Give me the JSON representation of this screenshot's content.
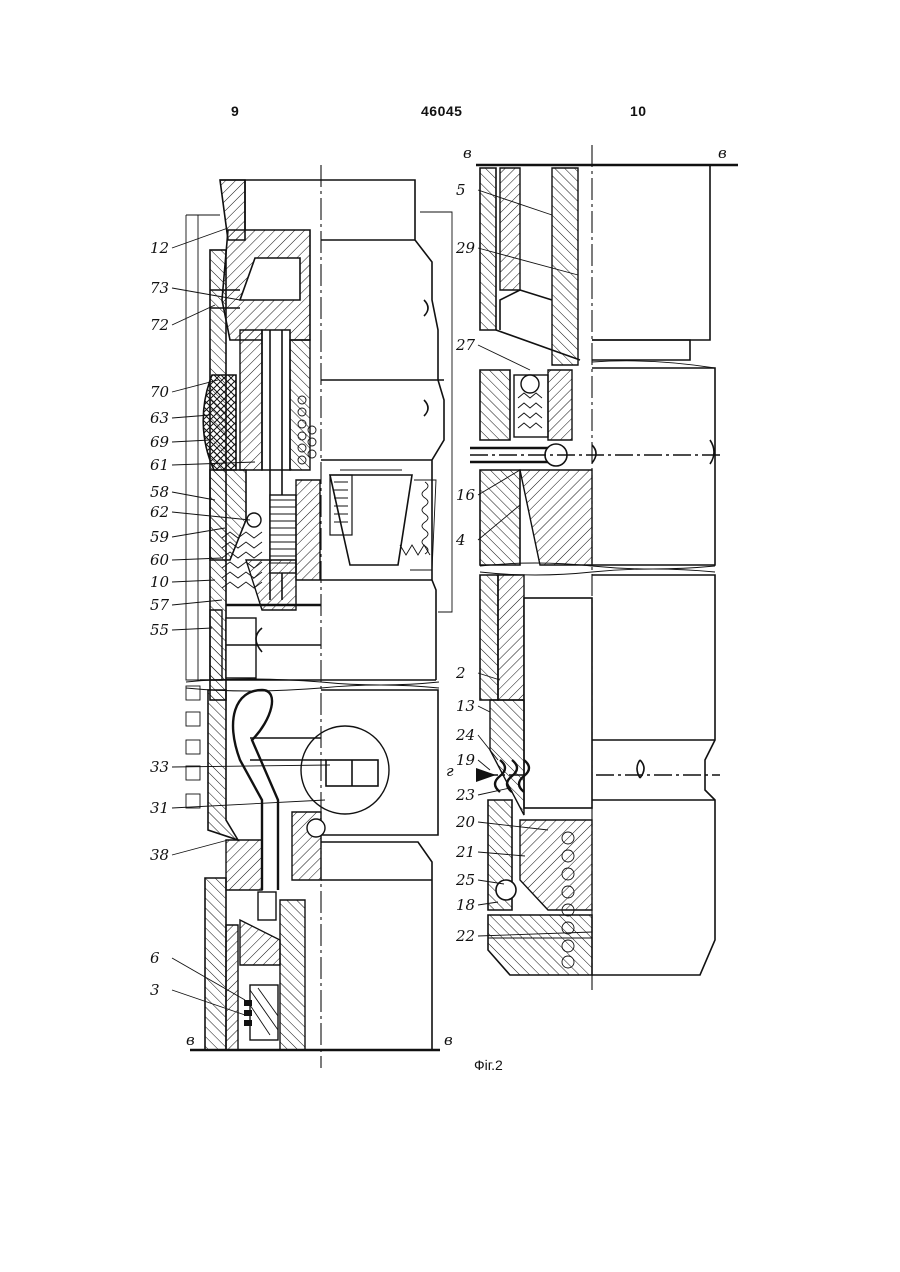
{
  "header": {
    "page_left": "9",
    "patent_number": "46045",
    "page_right": "10"
  },
  "figure": {
    "caption": "Фіг.2",
    "section_mark": "в",
    "left_labels": [
      "12",
      "73",
      "72",
      "70",
      "63",
      "69",
      "61",
      "58",
      "62",
      "59",
      "60",
      "10",
      "57",
      "55",
      "33",
      "31",
      "38",
      "6",
      "3"
    ],
    "right_labels": [
      "5",
      "29",
      "27",
      "16",
      "4",
      "2",
      "13",
      "24",
      "19",
      "23",
      "20",
      "21",
      "25",
      "18",
      "22"
    ],
    "arrow_label": "г"
  }
}
